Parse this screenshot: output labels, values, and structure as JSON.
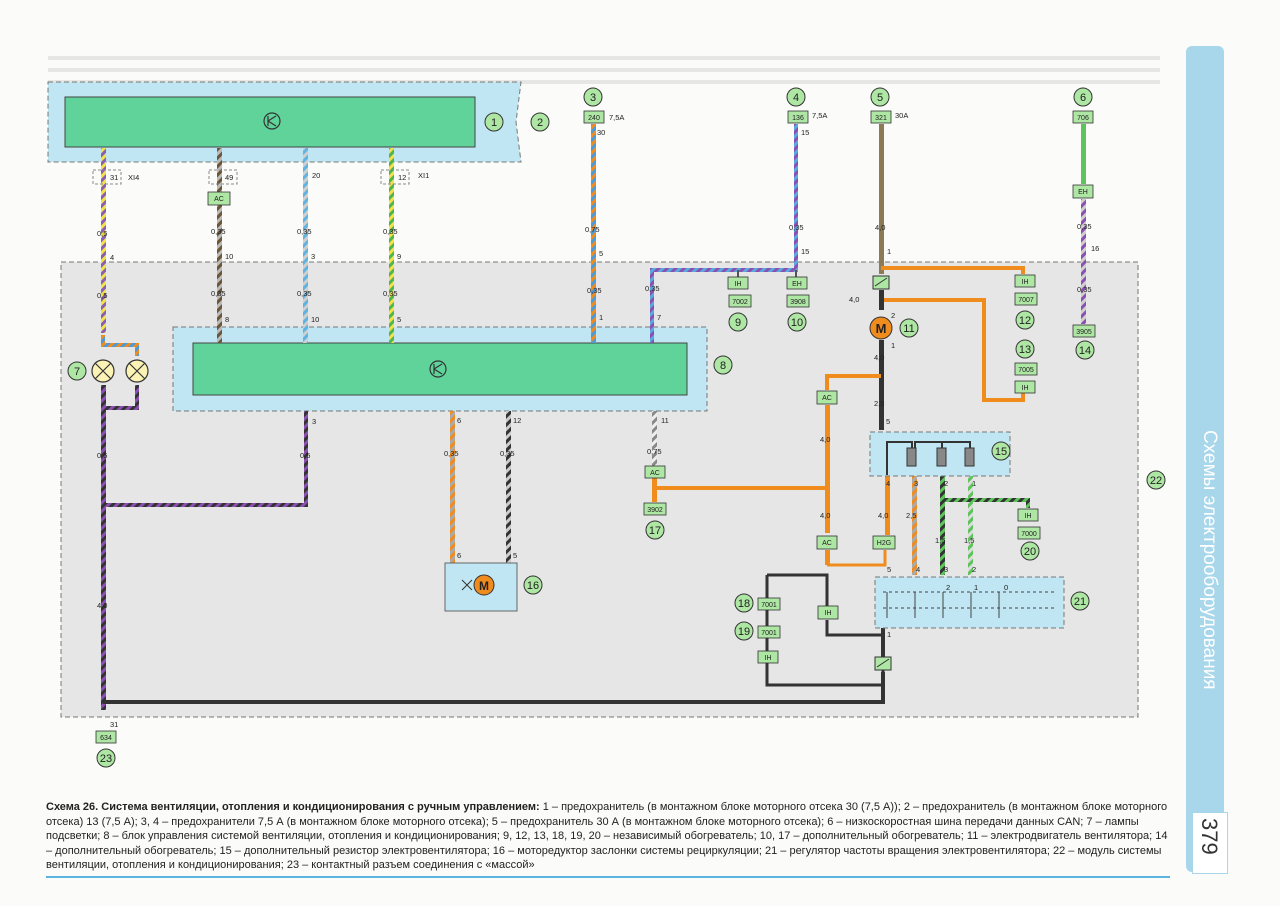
{
  "fuses": [
    {
      "callout": "3",
      "code": "240",
      "rating": "7,5A",
      "terminal": "30",
      "section": "0,75",
      "pin": "5",
      "section2": "0,35",
      "pin2": "1"
    },
    {
      "callout": "4",
      "code": "136",
      "rating": "7,5A",
      "terminal": "15",
      "section": "0,35",
      "pin": "15"
    },
    {
      "callout": "5",
      "code": "321",
      "rating": "30A",
      "section": "4,0",
      "pin": "1"
    },
    {
      "callout": "6",
      "code": "706",
      "tag": "EH",
      "section": "0,35",
      "pin": "16",
      "section2": "0,35",
      "end_code": "3905",
      "end_callout": "14"
    }
  ],
  "connectors": {
    "xi4": {
      "pin": "31",
      "name": "XI4"
    },
    "ac49": {
      "pin": "49",
      "tag": "AC"
    },
    "c20": {
      "pin": "20"
    },
    "xi1": {
      "pin": "12",
      "name": "XI1"
    }
  },
  "wires": {
    "w1": {
      "section": "0,5",
      "pin": "4",
      "section2": "0,5",
      "section3": "0,5",
      "section4": "4,0",
      "ground_pin": "31"
    },
    "w2": {
      "section": "0,35",
      "pin": "10",
      "section2": "0,35",
      "pin2": "8"
    },
    "w3": {
      "section": "0,35",
      "pin": "3",
      "section2": "0,35",
      "pin2": "10"
    },
    "w4": {
      "section": "0,35",
      "pin": "9",
      "section2": "0,35",
      "pin2": "5"
    },
    "can": {
      "section": "0,35",
      "pin": "7"
    },
    "w_b3": {
      "pin": "3",
      "section": "0,5"
    },
    "w_b6": {
      "pin": "6",
      "section": "0,35",
      "pin_end": "6"
    },
    "w_b12": {
      "pin": "12",
      "section": "0,35",
      "pin_end": "5"
    },
    "w_b11": {
      "pin": "11",
      "section": "0,75",
      "tag": "AC",
      "code": "3902",
      "callout": "17"
    }
  },
  "motor": {
    "label": "M",
    "pin_top": "2",
    "pin_bottom": "1",
    "section_top": "4,0",
    "section_bottom": "4,0",
    "section_low": "2,5",
    "pin_low": "5",
    "callout": "11"
  },
  "resistor": {
    "callout": "15",
    "pins": [
      "4",
      "3",
      "2",
      "1"
    ],
    "sections": [
      "4,0",
      "2,5",
      "1,5",
      "1,5"
    ],
    "tag_h2g": "H2G",
    "tag_ac1": "AC",
    "tag_ac2": "AC",
    "sec_ac": "4,0",
    "sec_ac2": "4,0"
  },
  "regulator": {
    "callout": "21",
    "pins": [
      "5",
      "4",
      "3",
      "2",
      "1",
      "0"
    ],
    "pin_low": "1"
  },
  "lamps": {
    "callout": "7"
  },
  "modules": {
    "hvac_callout": "22",
    "ecu_callout": "8",
    "fuse_box_callout1": "1",
    "fuse_box_callout2": "2"
  },
  "grounds": [
    {
      "tag": "IH",
      "code": "7002",
      "callout": "9"
    },
    {
      "tag": "EH",
      "code": "3908",
      "callout": "10"
    },
    {
      "tag": "IH",
      "code": "7007",
      "callout": "12"
    },
    {
      "tag": "IH",
      "code": "7005",
      "callout": "13"
    },
    {
      "tag": "IH",
      "code": "7000",
      "callout": "20"
    },
    {
      "tag": "IH",
      "code": "7001",
      "callout": "18"
    },
    {
      "tag": "IH",
      "code": "7001",
      "callout": "19"
    },
    {
      "tag": "IH",
      "code": "",
      "callout": ""
    },
    {
      "code": "634",
      "callout": "23"
    }
  ],
  "misc_labels": {
    "sec_40_motor": "4,0",
    "recirc_callout": "16",
    "regulator_tag": "IH"
  },
  "side": {
    "section_title": "Схемы электрооборудования",
    "page_number": "379"
  },
  "caption": {
    "bold": "Схема 26. Система вентиляции, отопления и кондиционирования с ручным управлением:",
    "text": " 1 – предохранитель (в монтажном блоке моторного отсека 30 (7,5 А)); 2 – предохранитель (в монтажном блоке моторного отсека) 13 (7,5 А); 3, 4 – предохранители 7,5 А (в монтажном блоке моторного отсека); 5 – предохранитель 30 А (в монтажном блоке моторного отсека); 6 – низкоскоростная шина передачи данных CAN; 7 – лампы подсветки; 8 – блок управления системой вентиляции, отопления и кондиционирования; 9, 12, 13, 18, 19, 20 – независимый обогреватель; 10, 17 – дополнительный обогреватель; 11 – электродвигатель вентилятора; 14 – дополнительный обогреватель; 15 – дополнительный резистор электровентилятора; 16 – моторедуктор заслонки системы рециркуляции; 21 – регулятор частоты вращения электровентилятора; 22 – модуль системы вентиляции, отопления и кондиционирования; 23 – контактный разъем соединения с «массой»"
  },
  "colors": {
    "panel": "#bfe6f2",
    "module": "#5fd39a",
    "ground_area": "#e6e6e6",
    "wire_dark": "#333333",
    "wire_orange": "#f08c1e",
    "wire_green": "#5ec35a",
    "callout_fill": "#aee6a4",
    "tab": "#a8d6ea"
  }
}
